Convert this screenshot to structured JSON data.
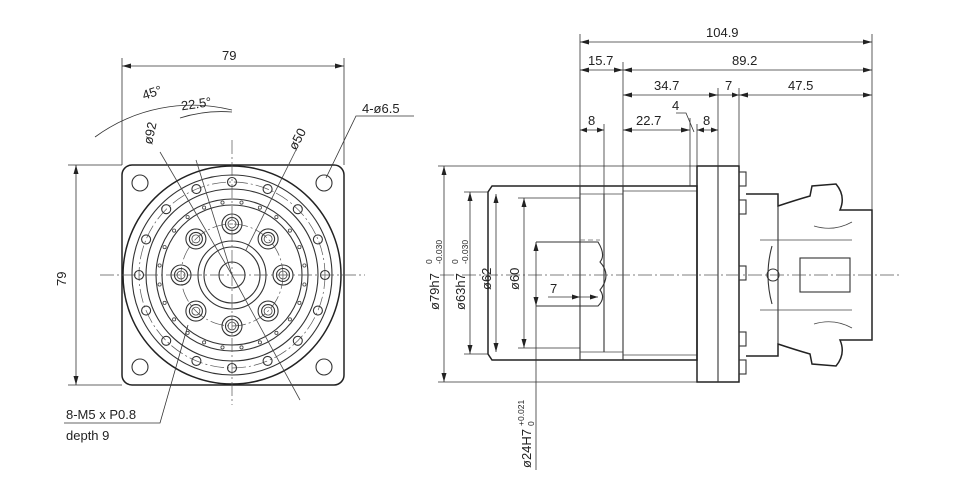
{
  "front_view": {
    "width": "79",
    "height": "79",
    "angle_outer": "45°",
    "angle_inner": "22.5°",
    "dia_pcd": "ø92",
    "dia_inner_pcd": "ø50",
    "corner_holes": "4-ø6.5",
    "thread_line1": "8-M5 x P0.8",
    "thread_line2": "depth 9"
  },
  "side_view": {
    "overall_length": "104.9",
    "flange_offset": "15.7",
    "body_length": "89.2",
    "seg_a": "34.7",
    "seg_b": "7",
    "seg_c": "47.5",
    "seg_d": "4",
    "shaft_depth": "8",
    "bore_depth": "22.7",
    "flange_thk": "8",
    "pilot_depth": "7",
    "dia_79": "ø79h7",
    "dia_79_tol_up": "0",
    "dia_79_tol_lo": "-0.030",
    "dia_63": "ø63h7",
    "dia_63_tol_up": "0",
    "dia_63_tol_lo": "-0.030",
    "dia_62": "ø62",
    "dia_60": "ø60",
    "dia_24": "ø24H7",
    "dia_24_tol_up": "+0.021",
    "dia_24_tol_lo": "0"
  }
}
